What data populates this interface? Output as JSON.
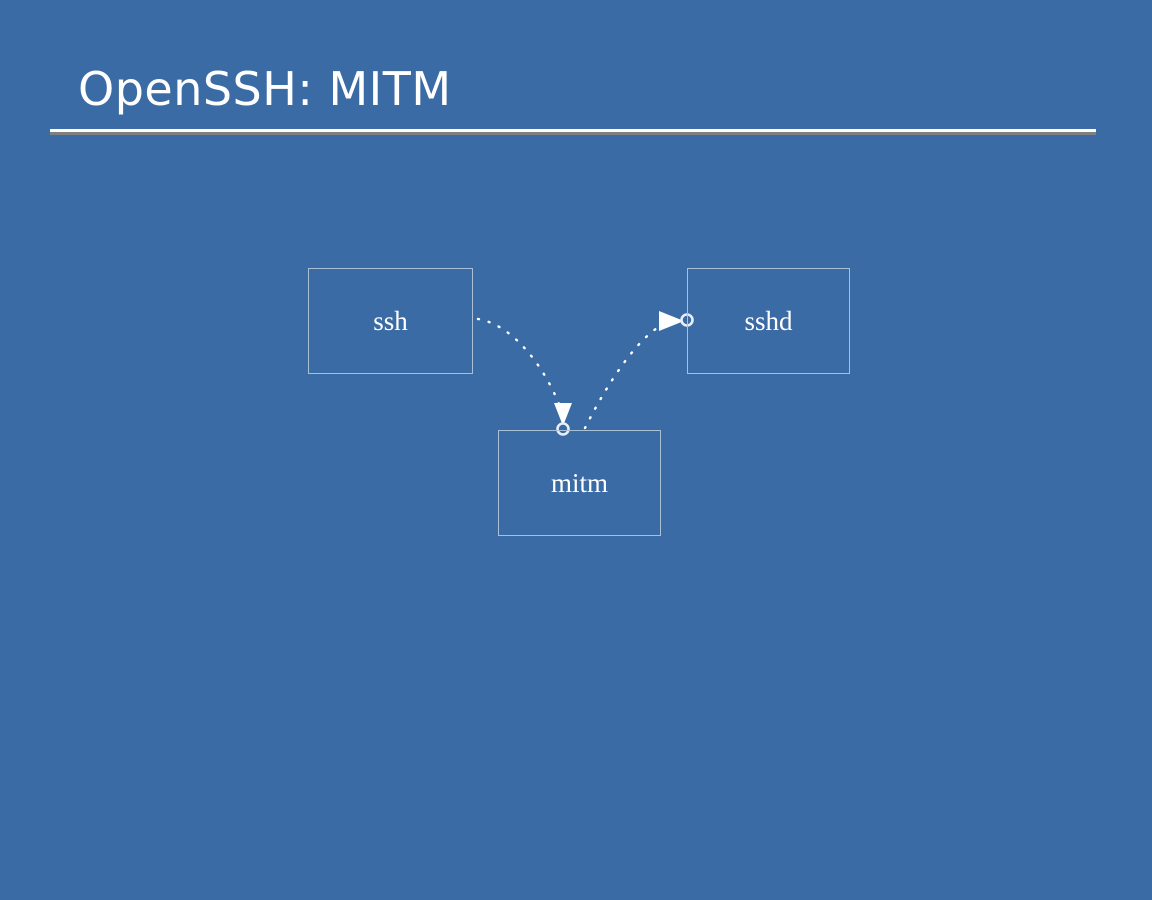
{
  "slide": {
    "title": "OpenSSH: MITM",
    "background_color": "#3a6ba4",
    "rule": {
      "light_color": "#ffffff",
      "dark_color": "#808080"
    }
  },
  "diagram": {
    "type": "node-link",
    "node_border_color": "#a9c0d6",
    "connector_color": "#ffffff",
    "nodes": [
      {
        "id": "ssh",
        "label": "ssh"
      },
      {
        "id": "sshd",
        "label": "sshd"
      },
      {
        "id": "mitm",
        "label": "mitm"
      }
    ],
    "edges": [
      {
        "id": "ssh-to-mitm",
        "from": "ssh",
        "to": "mitm",
        "style": "dotted",
        "arrow": "down"
      },
      {
        "id": "mitm-to-sshd",
        "from": "mitm",
        "to": "sshd",
        "style": "dotted",
        "arrow": "right"
      }
    ]
  }
}
